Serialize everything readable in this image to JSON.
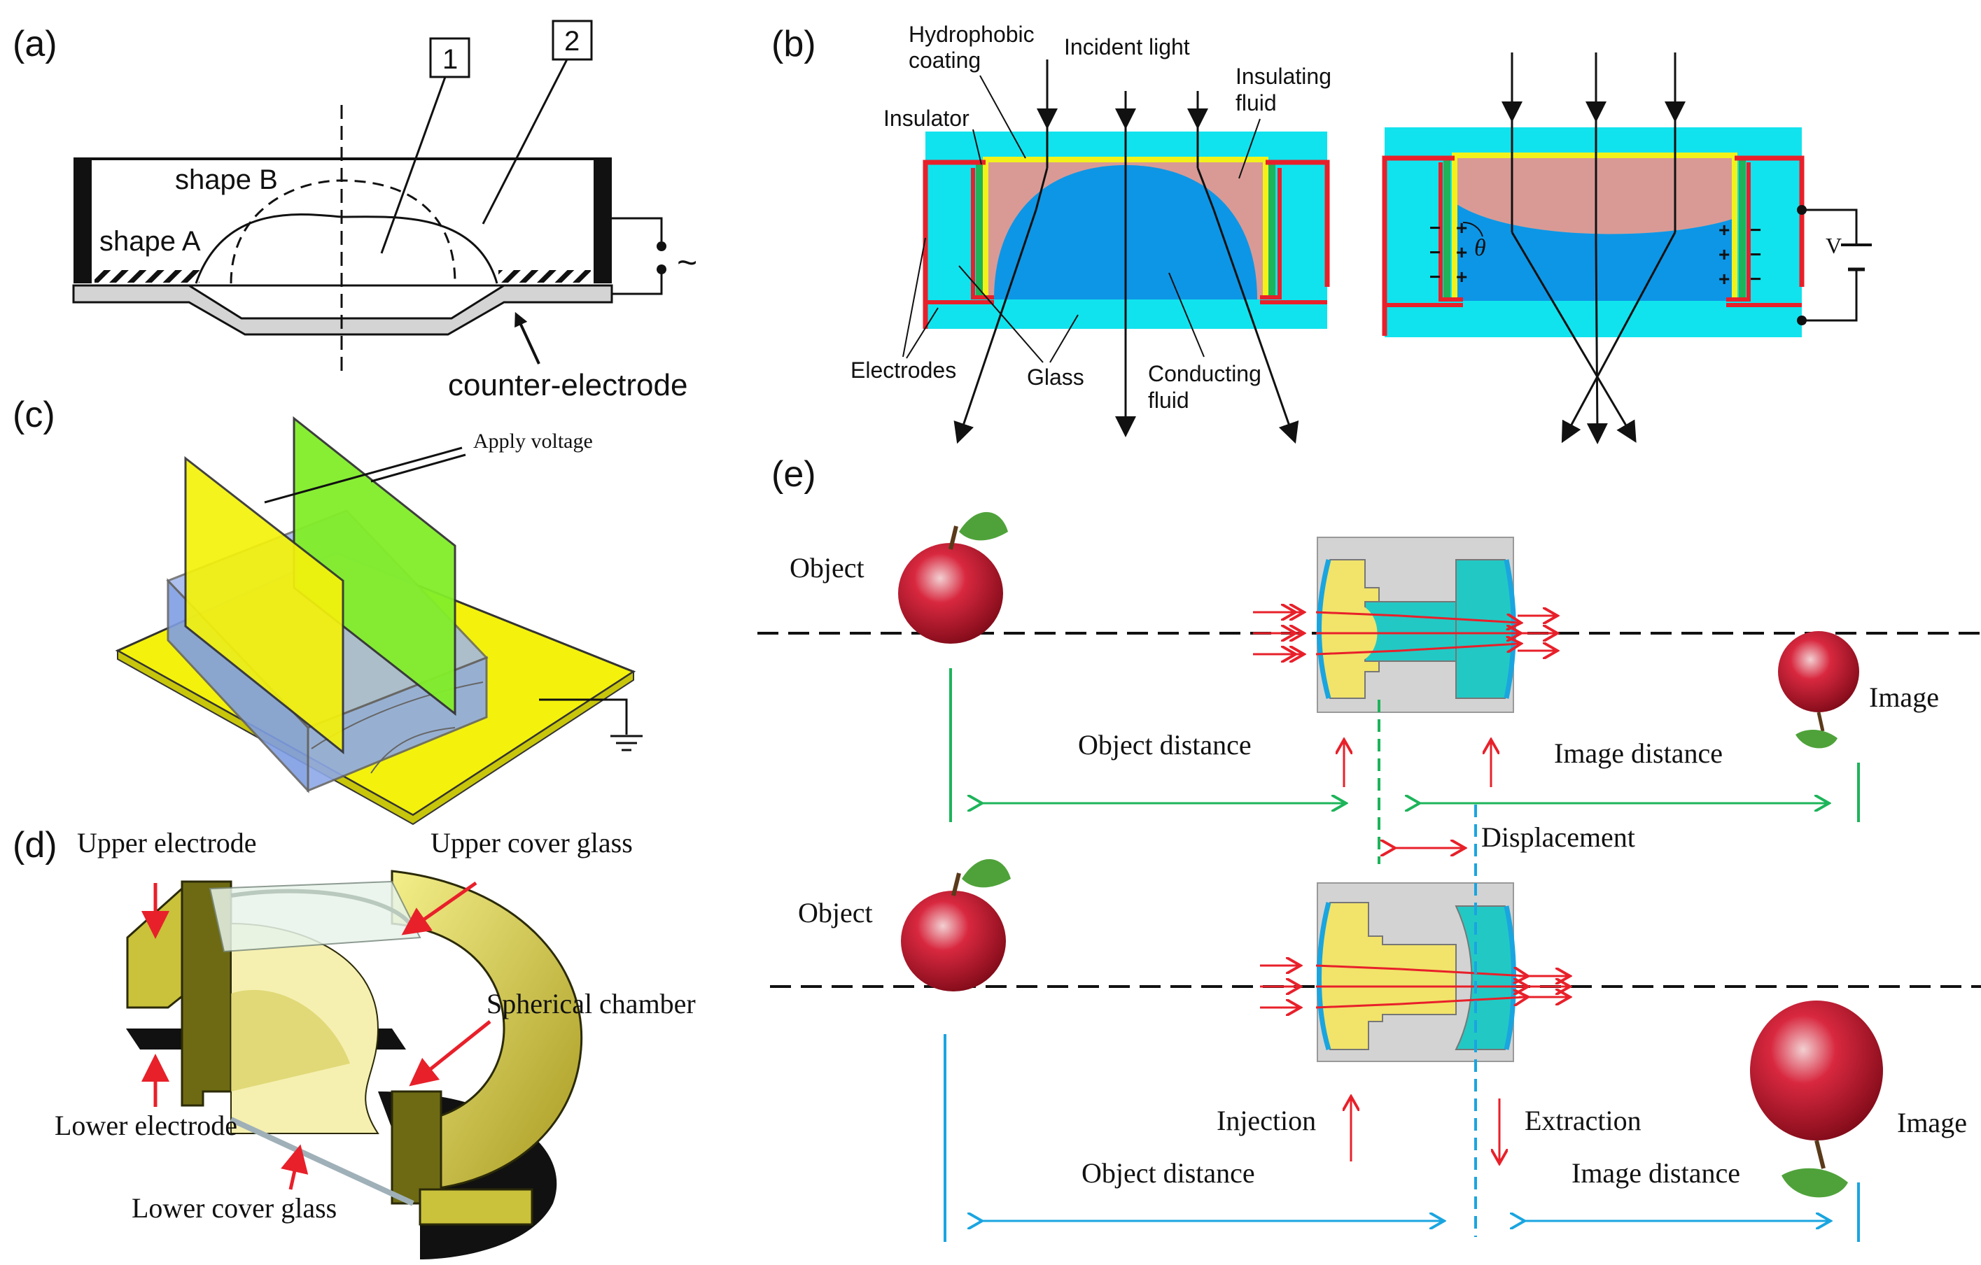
{
  "colors": {
    "cyan": "#11e3ee",
    "electrode_red": "#e8202a",
    "insulator_yellow": "#f2f21a",
    "insulating_fluid": "#d99a95",
    "conducting_fluid": "#0d96e6",
    "green_line": "#1db45a",
    "blue_line": "#1aa5e0",
    "panel_c_yellow": "#f4f20c",
    "panel_c_green": "#82ee2a",
    "panel_c_blue": "#7f9ee4",
    "panel_d_gold": "#c9c23a",
    "apple_red": "#c4122b"
  },
  "panel_a": {
    "label": "(a)",
    "box1": "1",
    "box2": "2",
    "shape_b": "shape B",
    "shape_a": "shape A",
    "ac_symbol": "~",
    "counter_electrode": "counter-electrode"
  },
  "panel_b": {
    "label": "(b)",
    "hydrophobic_1": "Hydrophobic",
    "hydrophobic_2": "coating",
    "incident_light": "Incident light",
    "insulating_1": "Insulating",
    "insulating_2": "fluid",
    "insulator": "Insulator",
    "electrodes": "Electrodes",
    "glass": "Glass",
    "conducting_1": "Conducting",
    "conducting_2": "fluid",
    "theta": "θ",
    "voltage": "V",
    "plus": "+",
    "minus": "−"
  },
  "panel_c": {
    "label": "(c)",
    "apply_voltage": "Apply voltage"
  },
  "panel_d": {
    "label": "(d)",
    "upper_electrode": "Upper electrode",
    "upper_cover_glass": "Upper cover glass",
    "spherical_chamber": "Spherical chamber",
    "lower_electrode": "Lower electrode",
    "lower_cover_glass": "Lower cover glass"
  },
  "panel_e": {
    "label": "(e)",
    "top": {
      "object": "Object",
      "image": "Image",
      "object_distance": "Object distance",
      "image_distance": "Image distance",
      "displacement": "Displacement"
    },
    "bottom": {
      "object": "Object",
      "image": "Image",
      "injection": "Injection",
      "extraction": "Extraction",
      "object_distance": "Object distance",
      "image_distance": "Image distance"
    }
  }
}
